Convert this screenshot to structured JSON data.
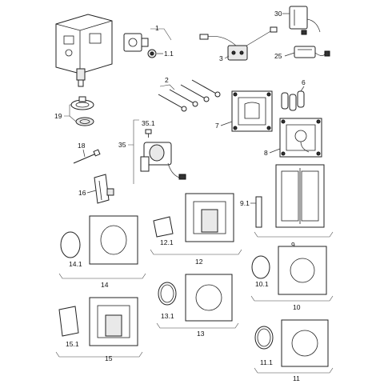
{
  "labels": {
    "p1": "1",
    "p1_1": "1.1",
    "p2": "2",
    "p3": "3",
    "p6": "6",
    "p7": "7",
    "p8": "8",
    "p9": "9",
    "p9_1": "9.1",
    "p10": "10",
    "p10_1": "10.1",
    "p11": "11",
    "p11_1": "11.1",
    "p12": "12",
    "p12_1": "12.1",
    "p13": "13",
    "p13_1": "13.1",
    "p14": "14",
    "p14_1": "14.1",
    "p15": "15",
    "p15_1": "15.1",
    "p16": "16",
    "p18": "18",
    "p19": "19",
    "p25": "25",
    "p30": "30",
    "p35": "35",
    "p35_1": "35.1"
  }
}
